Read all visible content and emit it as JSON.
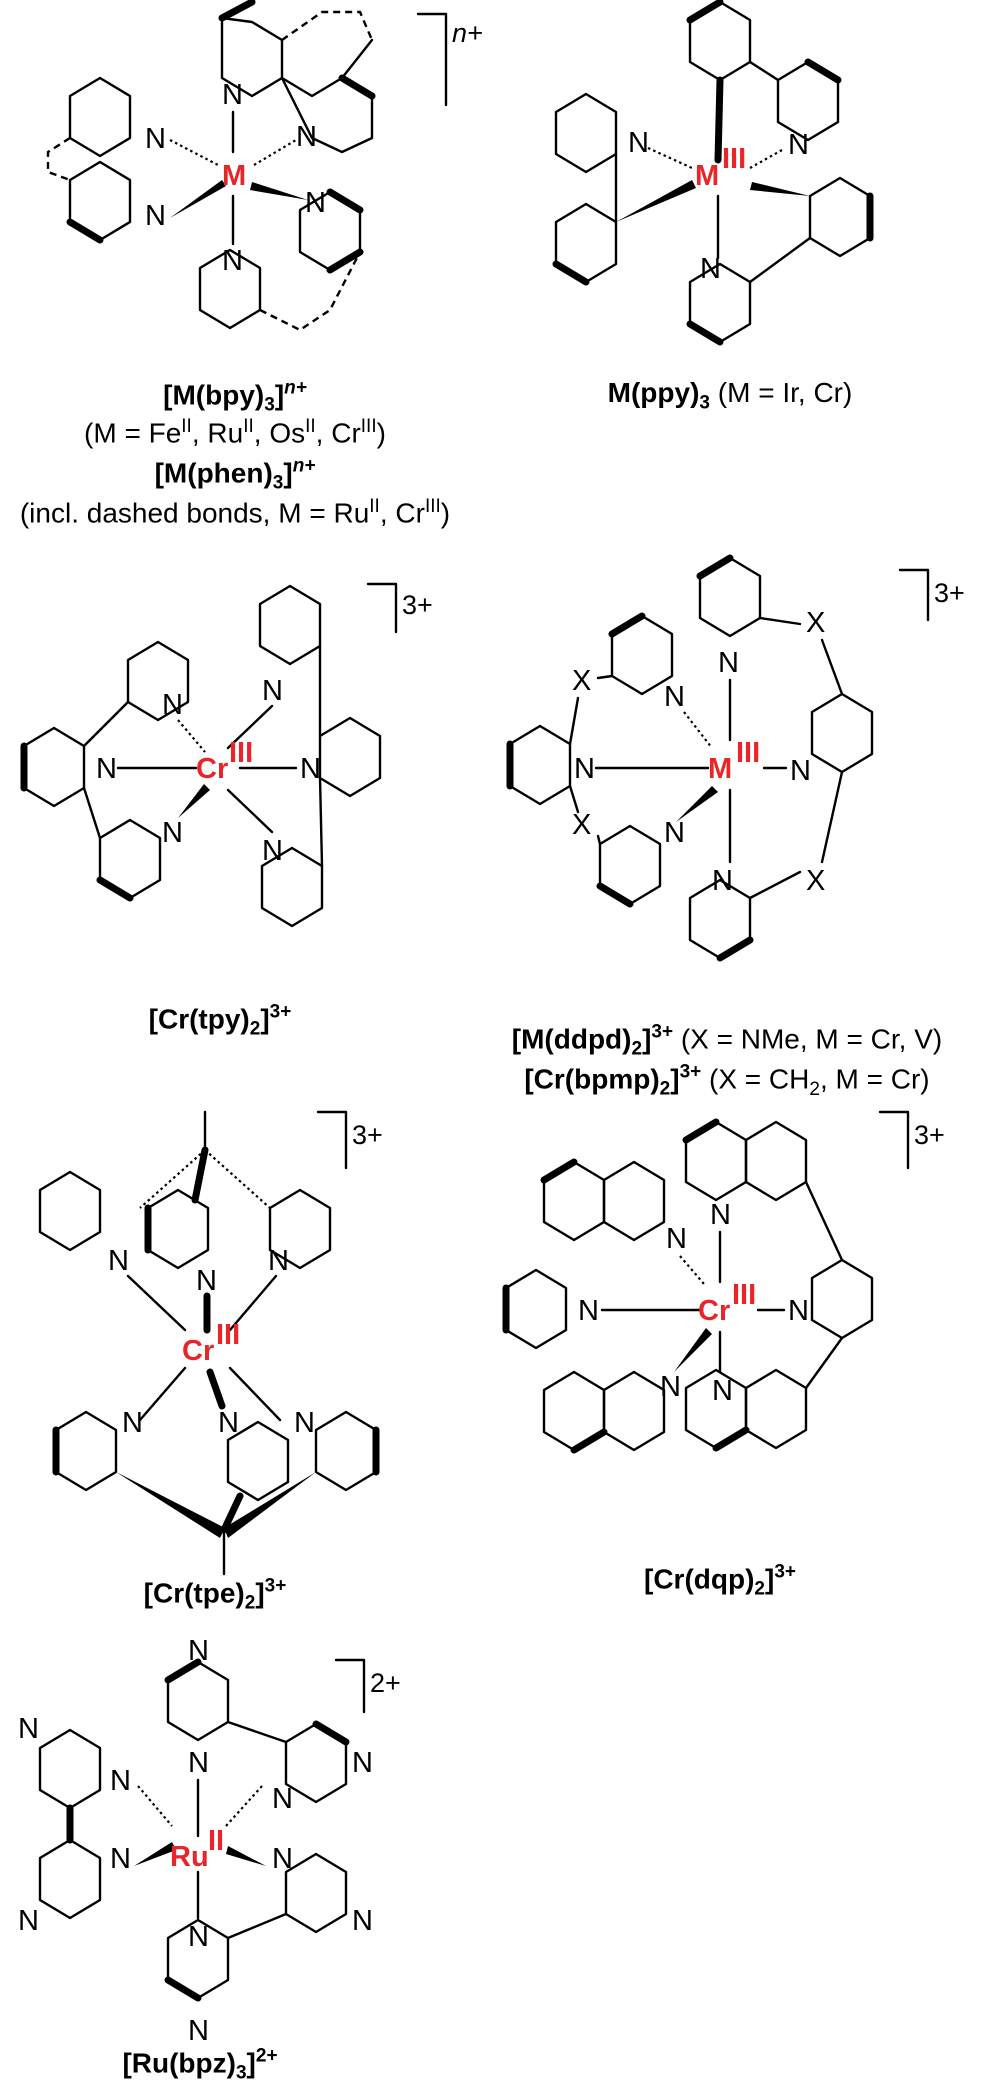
{
  "metal_color": "#e8262a",
  "complexes": [
    {
      "id": "bpy-phen",
      "formula_main": "[M(bpy)",
      "formula_sub": "3",
      "formula_close": "]",
      "formula_sup": "n+",
      "condition": "(M = Fe",
      "cond_parts": [
        "II",
        ", Ru",
        "II",
        ", Os",
        "II",
        ", Cr",
        "III",
        ")"
      ],
      "formula2_main": "[M(phen)",
      "formula2_sub": "3",
      "formula2_close": "]",
      "formula2_sup": "n+",
      "condition2": "(incl. dashed bonds, M = Ru",
      "cond2_parts": [
        "II",
        ", Cr",
        "III",
        ")"
      ],
      "metal_label": "M",
      "charge_label": "n+",
      "atom_label": "N"
    },
    {
      "id": "ppy",
      "formula_main": "M(ppy)",
      "formula_sub": "3",
      "condition": "(M = Ir, Cr)",
      "metal_label": "M",
      "metal_sup": "III"
    },
    {
      "id": "tpy",
      "formula_main": "[Cr(tpy)",
      "formula_sub": "2",
      "formula_close": "]",
      "formula_sup": "3+",
      "metal_label": "Cr",
      "metal_sup": "III",
      "charge_label": "3+"
    },
    {
      "id": "ddpd",
      "formula_main": "[M(ddpd)",
      "formula_sub": "2",
      "formula_close": "]",
      "formula_sup": "3+",
      "condition": "(X = NMe, M = Cr, V)",
      "formula2_main": "[Cr(bpmp)",
      "formula2_sub": "2",
      "formula2_close": "]",
      "formula2_sup": "3+",
      "condition2_a": "(X = CH",
      "condition2_sub": "2",
      "condition2_b": ", M = Cr)",
      "metal_label": "M",
      "metal_sup": "III",
      "charge_label": "3+",
      "x_label": "X"
    },
    {
      "id": "tpe",
      "formula_main": "[Cr(tpe)",
      "formula_sub": "2",
      "formula_close": "]",
      "formula_sup": "3+",
      "metal_label": "Cr",
      "metal_sup": "III",
      "charge_label": "3+"
    },
    {
      "id": "dqp",
      "formula_main": "[Cr(dqp)",
      "formula_sub": "2",
      "formula_close": "]",
      "formula_sup": "3+",
      "metal_label": "Cr",
      "metal_sup": "III",
      "charge_label": "3+"
    },
    {
      "id": "bpz",
      "formula_main": "[Ru(bpz)",
      "formula_sub": "3",
      "formula_close": "]",
      "formula_sup": "2+",
      "metal_label": "Ru",
      "metal_sup": "II",
      "charge_label": "2+"
    }
  ]
}
